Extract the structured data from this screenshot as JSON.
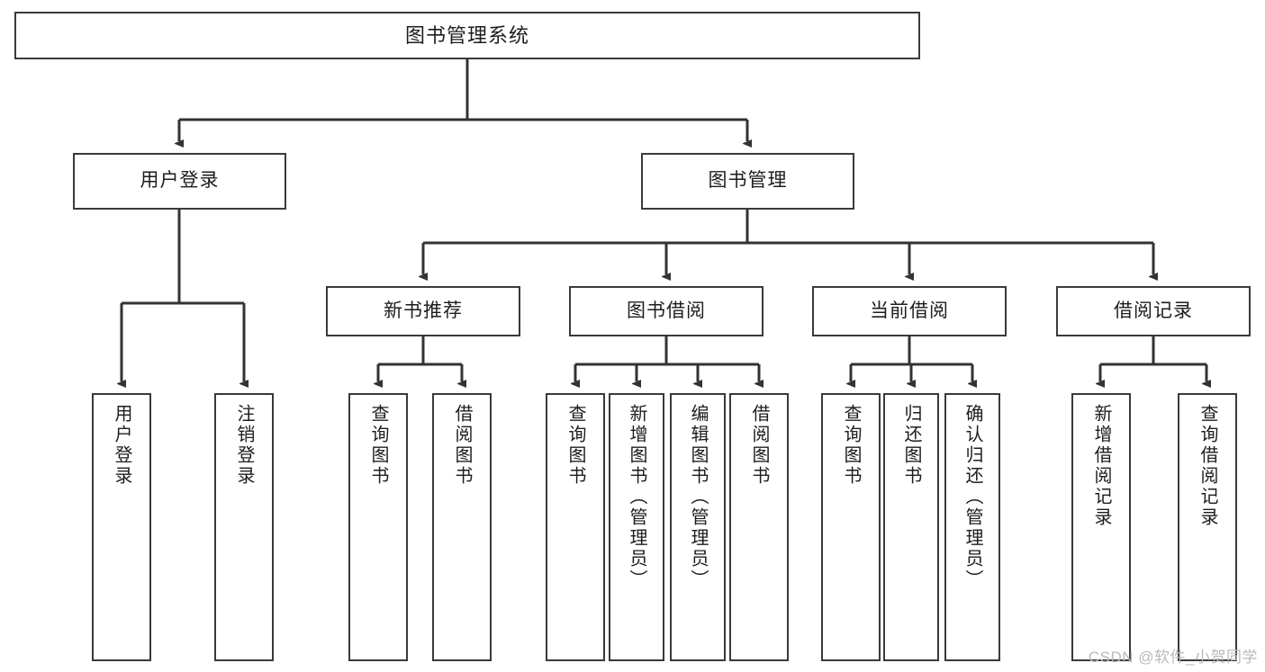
{
  "diagram": {
    "title": "图书管理系统",
    "type": "tree",
    "watermark": "CSDN @软件_小贺同学",
    "colors": {
      "box_border": "#3a3a3a",
      "box_fill": "#ffffff",
      "text": "#1d1d1d",
      "edge": "#333333",
      "watermark": "#b9b9b9",
      "background": "#ffffff"
    },
    "nodes": {
      "root": {
        "label": "图书管理系统",
        "level": 1,
        "orientation": "horizontal"
      },
      "user_login": {
        "label": "用户登录",
        "level": 2,
        "orientation": "horizontal"
      },
      "book_manage": {
        "label": "图书管理",
        "level": 2,
        "orientation": "horizontal"
      },
      "new_book_rec": {
        "label": "新书推荐",
        "level": 3,
        "orientation": "horizontal"
      },
      "book_borrow": {
        "label": "图书借阅",
        "level": 3,
        "orientation": "horizontal"
      },
      "current_borrow": {
        "label": "当前借阅",
        "level": 3,
        "orientation": "horizontal"
      },
      "borrow_record": {
        "label": "借阅记录",
        "level": 3,
        "orientation": "horizontal"
      },
      "leaf_user_login": {
        "label": "用户登录",
        "level": 3,
        "orientation": "vertical"
      },
      "leaf_logout": {
        "label": "注销登录",
        "level": 3,
        "orientation": "vertical"
      },
      "leaf_query_book_1": {
        "label": "查询图书",
        "level": 4,
        "orientation": "vertical"
      },
      "leaf_borrow_book_1": {
        "label": "借阅图书",
        "level": 4,
        "orientation": "vertical"
      },
      "leaf_query_book_2": {
        "label": "查询图书",
        "level": 4,
        "orientation": "vertical"
      },
      "leaf_add_book": {
        "label": "新增图书（管理员）",
        "level": 4,
        "orientation": "vertical"
      },
      "leaf_edit_book": {
        "label": "编辑图书（管理员）",
        "level": 4,
        "orientation": "vertical"
      },
      "leaf_borrow_book_2": {
        "label": "借阅图书",
        "level": 4,
        "orientation": "vertical"
      },
      "leaf_query_book_3": {
        "label": "查询图书",
        "level": 4,
        "orientation": "vertical"
      },
      "leaf_return_book": {
        "label": "归还图书",
        "level": 4,
        "orientation": "vertical"
      },
      "leaf_confirm_return": {
        "label": "确认归还（管理员）",
        "level": 4,
        "orientation": "vertical"
      },
      "leaf_add_record": {
        "label": "新增借阅记录",
        "level": 4,
        "orientation": "vertical"
      },
      "leaf_query_record": {
        "label": "查询借阅记录",
        "level": 4,
        "orientation": "vertical"
      }
    },
    "edges": [
      {
        "from": "root",
        "to": "user_login"
      },
      {
        "from": "root",
        "to": "book_manage"
      },
      {
        "from": "user_login",
        "to": "leaf_user_login"
      },
      {
        "from": "user_login",
        "to": "leaf_logout"
      },
      {
        "from": "book_manage",
        "to": "new_book_rec"
      },
      {
        "from": "book_manage",
        "to": "book_borrow"
      },
      {
        "from": "book_manage",
        "to": "current_borrow"
      },
      {
        "from": "book_manage",
        "to": "borrow_record"
      },
      {
        "from": "new_book_rec",
        "to": "leaf_query_book_1"
      },
      {
        "from": "new_book_rec",
        "to": "leaf_borrow_book_1"
      },
      {
        "from": "book_borrow",
        "to": "leaf_query_book_2"
      },
      {
        "from": "book_borrow",
        "to": "leaf_add_book"
      },
      {
        "from": "book_borrow",
        "to": "leaf_edit_book"
      },
      {
        "from": "book_borrow",
        "to": "leaf_borrow_book_2"
      },
      {
        "from": "current_borrow",
        "to": "leaf_query_book_3"
      },
      {
        "from": "current_borrow",
        "to": "leaf_return_book"
      },
      {
        "from": "current_borrow",
        "to": "leaf_confirm_return"
      },
      {
        "from": "borrow_record",
        "to": "leaf_add_record"
      },
      {
        "from": "borrow_record",
        "to": "leaf_query_record"
      }
    ]
  }
}
